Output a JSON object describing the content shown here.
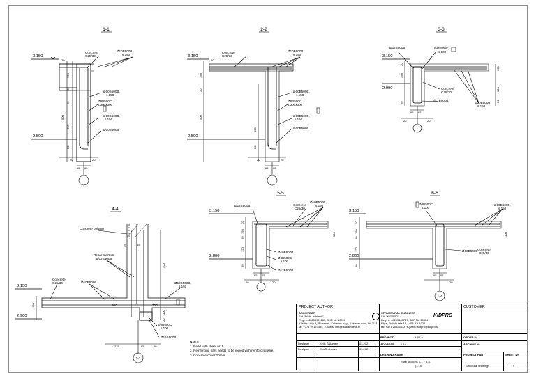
{
  "sections": [
    {
      "id": "s11",
      "title": "1-1",
      "levels": [
        "3.150",
        "2.500"
      ],
      "labels": [
        "Concrete",
        "C25/30",
        "Ø10B500B,",
        "s.150",
        "Ø10B500B,",
        "s.150",
        "Ø8B500C,",
        "s.300x300",
        "Ø10B500B,",
        "s.150",
        "Ø10B500B"
      ],
      "dims": [
        "20",
        "150",
        "20",
        "500",
        "20",
        "250",
        "20",
        "65",
        "65",
        "20",
        "20"
      ]
    },
    {
      "id": "s22",
      "title": "2-2",
      "levels": [
        "3.150",
        "2.500"
      ],
      "labels": [
        "Concrete",
        "C25/30",
        "Ø10B500B,",
        "s.150",
        "Ø10B500B,",
        "s.150",
        "Ø8B500C,",
        "s.300x300",
        "Ø10B500B,",
        "s.150",
        "Ø10B500B"
      ],
      "dims": [
        "20",
        "150",
        "20",
        "500",
        "350",
        "20",
        "65",
        "65",
        "20",
        "20"
      ]
    },
    {
      "id": "s33",
      "title": "3-3",
      "levels": [
        "3.150",
        "2.900"
      ],
      "labels": [
        "Ø12B500B",
        "Ø8B500C,",
        "s.100",
        "Concrete",
        "C25/30",
        "Ø12B500B",
        "Ø10B500B,",
        "s.150"
      ],
      "dims": [
        "20",
        "350",
        "20",
        "100",
        "150",
        "20",
        "65",
        "65",
        "20",
        "20"
      ]
    },
    {
      "id": "s44",
      "title": "4-4",
      "levels": [
        "3.150",
        "2.900"
      ],
      "labels": [
        "Concrete column",
        "Rebar starters",
        "Ø12B500B",
        "Concrete",
        "C25/30",
        "Ø10B500B",
        "Ø10B500B,",
        "s.150",
        "Ø8B500C,",
        "s.100",
        "Ø16B500B",
        "300",
        "300"
      ],
      "dims": [
        "35",
        "45",
        "300",
        "150",
        "100",
        "20",
        "235",
        "65",
        "20"
      ],
      "mark": "1-7"
    },
    {
      "id": "s55",
      "title": "5-5",
      "levels": [
        "3.150",
        "2.800"
      ],
      "labels": [
        "Ø12B500B",
        "Concrete",
        "C25/30",
        "Ø10B500B,",
        "s.150",
        "Ø10B500B",
        "Ø8B500C,",
        "s.100",
        "Ø12B500B"
      ],
      "dims": [
        "20",
        "150",
        "20",
        "120",
        "100",
        "20",
        "65",
        "65",
        "20",
        "20"
      ]
    },
    {
      "id": "s66",
      "title": "6-6",
      "levels": [
        "3.150",
        "2.800"
      ],
      "labels": [
        "Ø8B500C,",
        "s.100",
        "Ø10B500B,",
        "s.150",
        "Ø10B500B",
        "Concrete",
        "C25/30"
      ],
      "dims": [
        "20",
        "150",
        "20",
        "120",
        "100",
        "20",
        "65",
        "65",
        "20"
      ],
      "mark": "1-4"
    }
  ],
  "notes": {
    "title": "Notes:",
    "items": [
      "1. Read with sheet nr. 8.",
      "2. Reinforcing bars needs to be joined with reinforcing wire.",
      "3. Concrete cover 20mm."
    ]
  },
  "title_block": {
    "project_author": "PROJECT AUTHOR",
    "architect_label": "ARCHITECT",
    "architect_name": "SIA \"DUAL arhitekti\"",
    "architect_reg": "Reg.nr. 40203021167, SKR Nr. 10316",
    "architect_addr": "Krišjāņa iela 8, Rīdzenes, Ķekavas pag., Ķekavas nov., LV-2111",
    "architect_tel": "tāl: +371 29123335, e-pasts: info@dualarhitekti.lv",
    "engineer_label": "STRUCTURAL ENGINEER",
    "engineer_name": "SIA \"KIDPRO\"",
    "engineer_reg": "Reg.nr. 40203165737, SKR Nr. 15634",
    "engineer_addr": "Rīga, Strūklu iela 1A - 403, LV-1026",
    "engineer_tel": "tāl: +371 25625533, e-pasts: kidpro@kidpro.lv",
    "logo_text": "KIDPRO",
    "customer": "CUSTOMER",
    "project_label": "PROJECT",
    "project_value": "VILLA",
    "address_label": "ADDRESS",
    "address_value": "Līlal",
    "order_label": "ORDER Nr.",
    "archive_label": "ARCHIVE Nr.",
    "designer_label": "Designer",
    "designer_name": "Kirils Zākanays",
    "designer_date": "03.2021",
    "designer2_label": "Designer",
    "designer2_name": "Elia Smirnova",
    "designer2_date": "03.2021",
    "drawing_name_label": "DRAWING NAME",
    "drawing_name": "Slab sections 1-1 ÷ 6-6.",
    "scale": "(1:10)",
    "project_part_label": "PROJECT PART",
    "project_part": "Structural drawings",
    "sheet_label": "SHEET Nr.",
    "sheet": "9"
  }
}
